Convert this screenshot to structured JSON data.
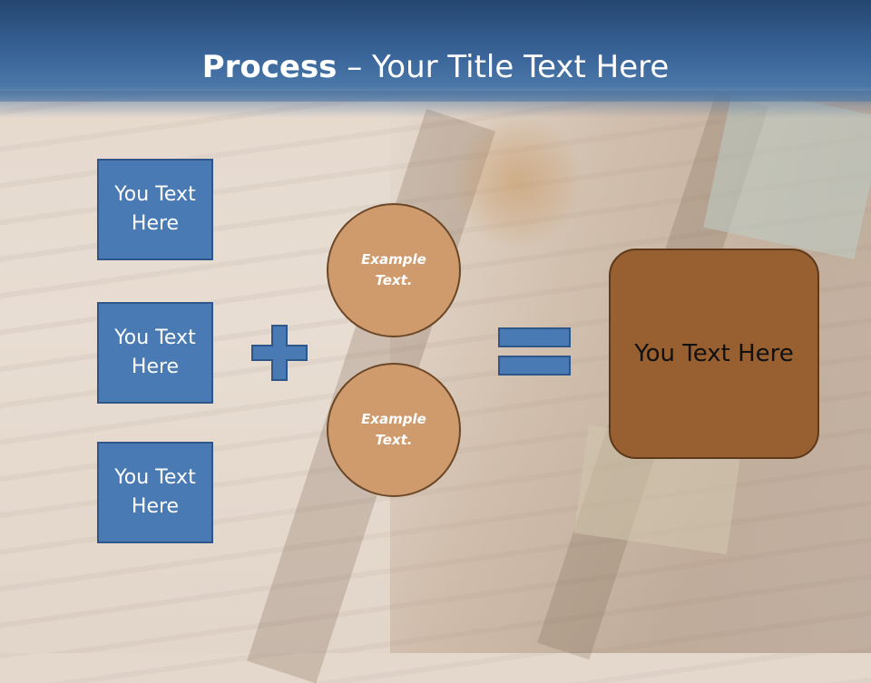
{
  "title": {
    "bold": "Process",
    "rest": " – Your Title Text Here"
  },
  "boxes": [
    {
      "label": "You Text Here"
    },
    {
      "label": "You Text Here"
    },
    {
      "label": "You Text Here"
    }
  ],
  "circles": [
    {
      "label": "Example Text."
    },
    {
      "label": "Example Text."
    }
  ],
  "result": {
    "label": "You Text Here"
  },
  "colors": {
    "header": "#3a659a",
    "box": "#4a7ab3",
    "circle": "#cf9a6c",
    "result": "#985f31"
  },
  "icons": [
    "plus-icon",
    "equals-icon"
  ]
}
